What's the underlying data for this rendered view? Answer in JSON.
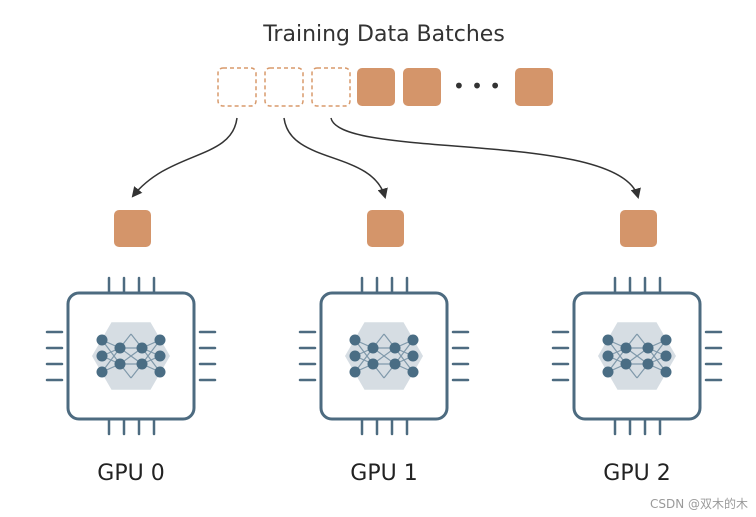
{
  "title": "Training Data Batches",
  "ellipsis": "• • •",
  "gpus": [
    {
      "label": "GPU 0"
    },
    {
      "label": "GPU 1"
    },
    {
      "label": "GPU 2"
    }
  ],
  "watermark": "CSDN @双木的木",
  "colors": {
    "batch_fill": "#d4956a",
    "batch_empty_stroke": "#d89a6c",
    "chip_frame": "#4d6b80",
    "chip_hex": "#d6dde3",
    "node": "#4a6d84",
    "arrow": "#333333"
  }
}
